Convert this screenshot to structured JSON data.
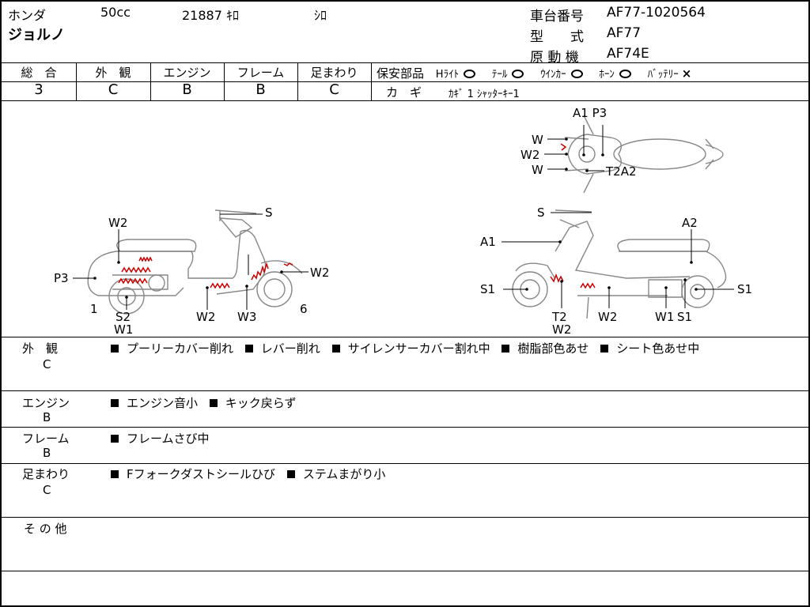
{
  "header": {
    "maker": "ホンダ",
    "displacement": "50cc",
    "mileage": "21887 ｷﾛ",
    "color": "ｼﾛ",
    "model_name": "ジョルノ",
    "frame_no_label": "車台番号",
    "frame_no": "AF77-1020564",
    "type_label": "型　　式",
    "type": "AF77",
    "engine_label": "原 動 機",
    "engine": "AF74E"
  },
  "grades": [
    {
      "label": "総　合",
      "value": "3"
    },
    {
      "label": "外　観",
      "value": "C"
    },
    {
      "label": "エンジン",
      "value": "B"
    },
    {
      "label": "フレーム",
      "value": "B"
    },
    {
      "label": "足まわり",
      "value": "C"
    }
  ],
  "safety": {
    "label": "保安部品",
    "items": [
      {
        "label": "Hﾗｲﾄ",
        "status": "circle"
      },
      {
        "label": "ﾃｰﾙ",
        "status": "circle"
      },
      {
        "label": "ｳｲﾝｶｰ",
        "status": "circle"
      },
      {
        "label": "ﾎｰﾝ",
        "status": "circle"
      },
      {
        "label": "ﾊﾞｯﾃﾘｰ",
        "status": "×"
      }
    ],
    "key_label": "カ　ギ",
    "key_value": "ｶｷﾞ 1 ｼｬｯﾀｰｷｰ1"
  },
  "diagram_labels": {
    "left": {
      "s": "S",
      "w2_top": "W2",
      "p3": "P3",
      "w2_right": "W2",
      "n1": "1",
      "s2": "S2",
      "w1": "W1",
      "w2_bottom": "W2",
      "w3": "W3",
      "n6": "6"
    },
    "right": {
      "s": "S",
      "a1": "A1",
      "a2": "A2",
      "s1_left": "S1",
      "s1_right": "S1",
      "t2": "T2",
      "w2_under_t2": "W2",
      "w2_bottom": "W2",
      "w1": "W1",
      "s1_bottom": "S1"
    },
    "top": {
      "a1p3": "A1 P3",
      "w_top": "W",
      "w2": "W2",
      "w_bottom": "W",
      "t2a2": "T2A2"
    }
  },
  "remarks": [
    {
      "category": "外　観",
      "grade": "C",
      "items": [
        "プーリーカバー削れ",
        "レバー削れ",
        "サイレンサーカバー割れ中",
        "樹脂部色あせ",
        "シート色あせ中"
      ]
    },
    {
      "category": "エンジン",
      "grade": "B",
      "items": [
        "エンジン音小",
        "キック戻らず"
      ]
    },
    {
      "category": "フレーム",
      "grade": "B",
      "items": [
        "フレームさび中"
      ]
    },
    {
      "category": "足まわり",
      "grade": "C",
      "items": [
        "Fフォークダストシールひび",
        "ステムまがり小"
      ]
    },
    {
      "category": "そ の 他",
      "grade": "",
      "items": []
    }
  ]
}
